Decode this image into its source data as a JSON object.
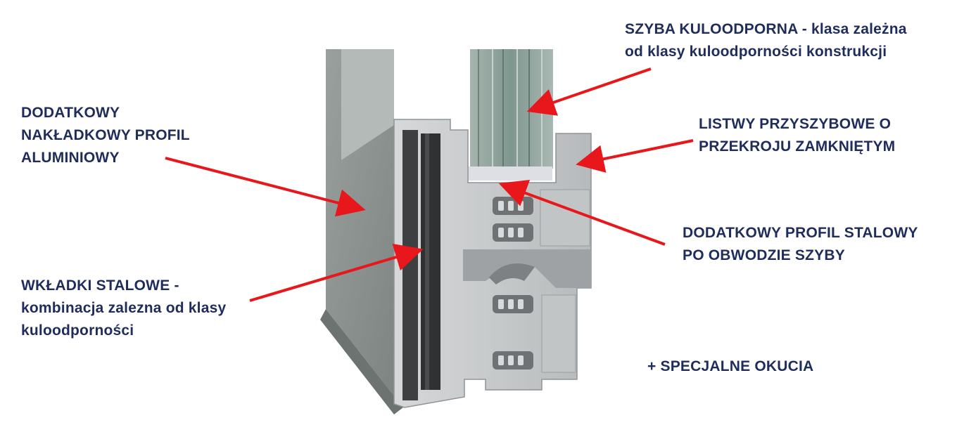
{
  "labels": {
    "glass_line1_bold": "SZYBA KULOODPORNA -",
    "glass_line1_rest": " klasa zależna",
    "glass_line2": "od klasy kuloodporności konstrukcji",
    "overlay_line1": "DODATKOWY",
    "overlay_line2": "NAKŁADKOWY PROFIL",
    "overlay_line3": "ALUMINIOWY",
    "beads_line1": "LISTWY PRZYSZYBOWE O",
    "beads_line2": "PRZEKROJU ZAMKNIĘTYM",
    "steel_profile_line1": "DODATKOWY PROFIL STALOWY",
    "steel_profile_line2": "PO OBWODZIE SZYBY",
    "inserts_line1": "WKŁADKI STALOWE -",
    "inserts_line2": "kombinacja zalezna od klasy",
    "inserts_line3": "kuloodporności",
    "hardware": "+ SPECJALNE OKUCIA"
  },
  "colors": {
    "text": "#1f2d5c",
    "arrow": "#e8171b",
    "frame_face": "#8c928f",
    "profile_section": "#c9cccd",
    "steel_insert": "#3d3f41",
    "glass": "#8fa59e"
  },
  "icons": {
    "arrow": "red-arrow"
  }
}
